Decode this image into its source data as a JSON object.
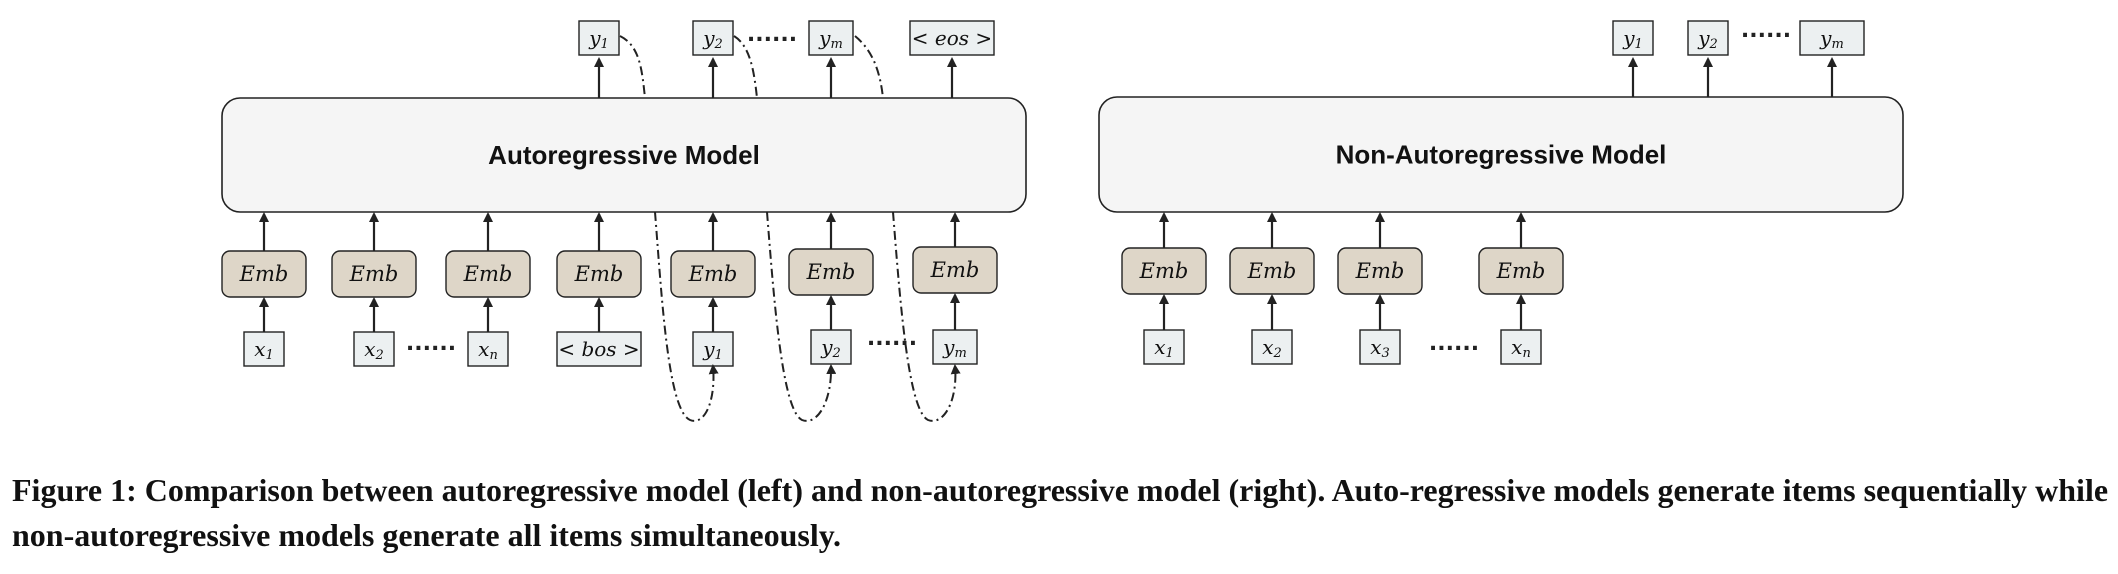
{
  "colors": {
    "model_fill": "#f5f5f5",
    "emb_fill": "#ded6c8",
    "token_fill": "#ecf0f1",
    "stroke": "#222222"
  },
  "left": {
    "model_label": "Autoregressive Model",
    "outputs": [
      {
        "base": "y",
        "sub": "1"
      },
      {
        "base": "y",
        "sub": "2"
      },
      {
        "base": "y",
        "sub": "m"
      },
      {
        "plain_before": "< ",
        "base": "eos",
        "plain_after": " >"
      }
    ],
    "emb_label": "Emb",
    "inputs": [
      {
        "base": "x",
        "sub": "1"
      },
      {
        "base": "x",
        "sub": "2"
      },
      {
        "base": "x",
        "sub": "n"
      },
      {
        "plain_before": "< ",
        "base": "bos",
        "plain_after": " >"
      },
      {
        "base": "y",
        "sub": "1"
      },
      {
        "base": "y",
        "sub": "2"
      },
      {
        "base": "y",
        "sub": "m"
      }
    ],
    "ellipsis": "······"
  },
  "right": {
    "model_label": "Non-Autoregressive Model",
    "outputs": [
      {
        "base": "y",
        "sub": "1"
      },
      {
        "base": "y",
        "sub": "2"
      },
      {
        "base": "y",
        "sub": "m"
      }
    ],
    "emb_label": "Emb",
    "inputs": [
      {
        "base": "x",
        "sub": "1"
      },
      {
        "base": "x",
        "sub": "2"
      },
      {
        "base": "x",
        "sub": "3"
      },
      {
        "base": "x",
        "sub": "n"
      }
    ],
    "ellipsis": "······"
  },
  "caption": "Figure 1: Comparison between autoregressive model (left) and non-autoregressive model (right). Auto-regressive models generate items sequentially while non-autoregressive models generate all items simultaneously."
}
